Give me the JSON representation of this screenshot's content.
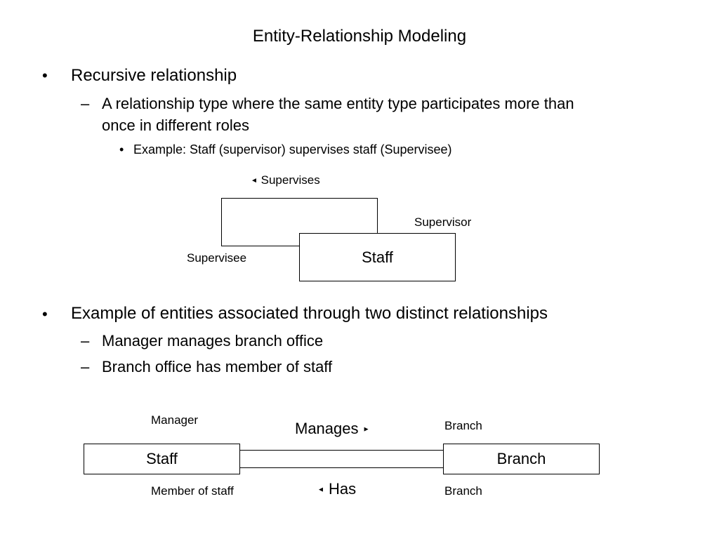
{
  "title": "Entity-Relationship Modeling",
  "bullets": {
    "recursive": {
      "heading": "Recursive relationship",
      "sub_line1": "A relationship type where the same entity type participates more than",
      "sub_line2": "once in different roles",
      "example": "Example: Staff (supervisor) supervises staff (Supervisee)"
    },
    "two_rel": {
      "heading": "Example of entities associated through two distinct relationships",
      "sub1": "Manager manages branch office",
      "sub2": "Branch office has member of staff"
    }
  },
  "symbols": {
    "bullet": "•",
    "small_bullet": "•",
    "dash": "–",
    "arrow_left": "◄",
    "arrow_right": "►"
  },
  "diagram1": {
    "relationship": "Supervises",
    "entity": "Staff",
    "role_top": "Supervisor",
    "role_left": "Supervisee"
  },
  "diagram2": {
    "entity_left": "Staff",
    "entity_right": "Branch",
    "rel_top": "Manages",
    "rel_bottom": "Has",
    "role_left_top": "Manager",
    "role_right_top": "Branch",
    "role_left_bottom": "Member of staff",
    "role_right_bottom": "Branch"
  }
}
